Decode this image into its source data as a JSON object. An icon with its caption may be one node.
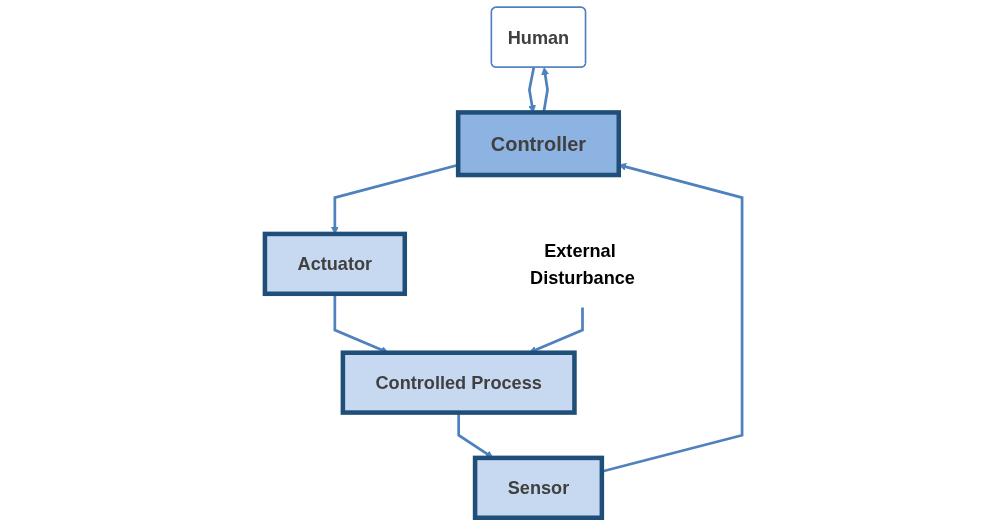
{
  "diagram": {
    "nodes": [
      {
        "text": [
          "Human"
        ]
      },
      {
        "text": [
          "Controller"
        ]
      },
      {
        "text": [
          "Actuator"
        ]
      },
      {
        "text": [
          "Sensor"
        ]
      },
      {
        "text": [
          "Controlled Process"
        ]
      },
      {
        "text": [
          "External Disturbance"
        ]
      }
    ],
    "edges": [
      {
        "from": 1,
        "to": 0,
        "arrow": "to"
      },
      {
        "from": 0,
        "to": 1,
        "arrow": "to"
      },
      {
        "from": 1,
        "to": 2,
        "arrow": "to"
      },
      {
        "from": 2,
        "to": 4,
        "arrow": "to"
      },
      {
        "from": 4,
        "to": 3,
        "arrow": "to"
      },
      {
        "from": 3,
        "to": 1,
        "arrow": "to"
      },
      {
        "from": 5,
        "to": 4,
        "arrow": "to"
      }
    ]
  }
}
